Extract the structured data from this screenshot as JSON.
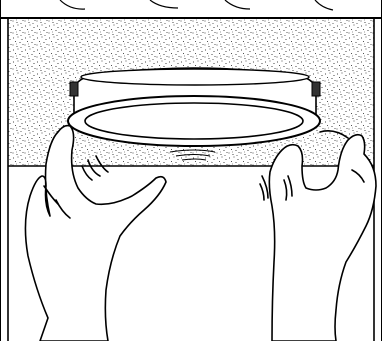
{
  "illustration": {
    "colors": {
      "ink": "#000000",
      "paper": "#ffffff",
      "stipple": "#1a1a1a"
    },
    "parts": [
      "ceiling-texture",
      "recessed-housing",
      "trim-ring",
      "installer-hands"
    ]
  }
}
